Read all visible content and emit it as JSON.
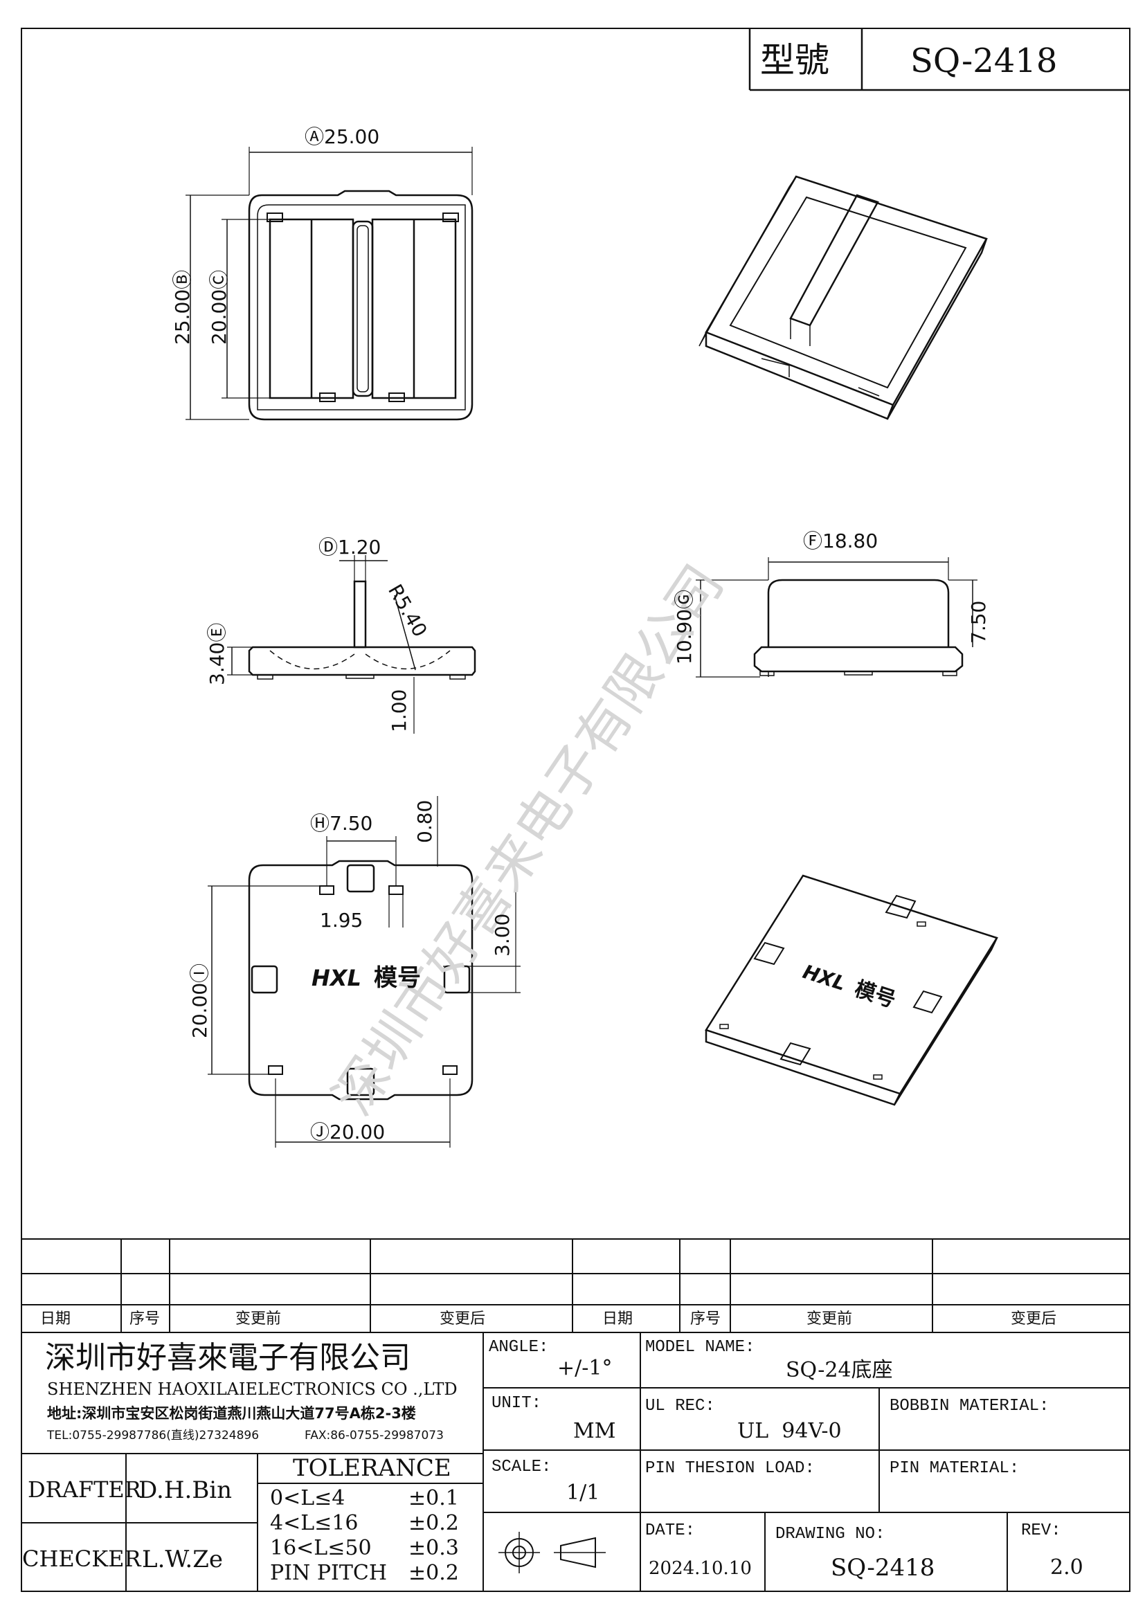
{
  "header": {
    "model_label": "型號",
    "model_value": "SQ-2418"
  },
  "dimensions": {
    "A": "Ⓐ25.00",
    "B": "25.00Ⓑ",
    "C": "20.00Ⓒ",
    "D": "Ⓓ1.20",
    "R": "R5.40",
    "E": "3.40Ⓔ",
    "bottom_thickness": "1.00",
    "F": "Ⓕ18.80",
    "G": "10.90Ⓖ",
    "side_height": "7.50",
    "H": "Ⓗ7.50",
    "top_gap": "0.80",
    "slot_width": "1.95",
    "tab_height": "3.00",
    "I": "20.00Ⓘ",
    "J": "Ⓙ20.00"
  },
  "marking": {
    "brand": "HXL",
    "model": "模号"
  },
  "watermark": "深圳市好喜来电子有限公司",
  "revision_table": {
    "headers": [
      "日期",
      "序号",
      "变更前",
      "变更后",
      "日期",
      "序号",
      "变更前",
      "变更后"
    ]
  },
  "company": {
    "name_cn": "深圳市好喜來電子有限公司",
    "name_en": "SHENZHEN HAOXILAIELECTRONICS CO .,LTD",
    "address": "地址:深圳市宝安区松岗街道燕川燕山大道77号A栋2-3楼",
    "tel": "TEL:0755-29987786(直线)27324896",
    "fax": "FAX:86-0755-29987073"
  },
  "title_block": {
    "angle_label": "ANGLE:",
    "angle_value": "+/-1°",
    "unit_label": "UNIT:",
    "unit_value": "MM",
    "scale_label": "SCALE:",
    "scale_value": "1/1",
    "model_name_label": "MODEL NAME:",
    "model_name_value": "SQ-24底座",
    "ul_rec_label": "UL REC:",
    "ul_rec_value": "UL  94V-0",
    "bobbin_material_label": "BOBBIN MATERIAL:",
    "pin_thesion_label": "PIN THESION LOAD:",
    "pin_material_label": "PIN MATERIAL:",
    "date_label": "DATE:",
    "date_value": "2024.10.10",
    "drawing_no_label": "DRAWING NO:",
    "drawing_no_value": "SQ-2418",
    "rev_label": "REV:",
    "rev_value": "2.0",
    "drafter_label": "DRAFTER",
    "drafter_value": "D.H.Bin",
    "checker_label": "CHECKER",
    "checker_value": "L.W.Ze",
    "tolerance_title": "TOLERANCE",
    "tolerances": [
      {
        "range": "0<L≤4",
        "value": "±0.1"
      },
      {
        "range": "4<L≤16",
        "value": "±0.2"
      },
      {
        "range": "16<L≤50",
        "value": "±0.3"
      },
      {
        "range": "PIN PITCH",
        "value": "±0.2"
      }
    ]
  }
}
